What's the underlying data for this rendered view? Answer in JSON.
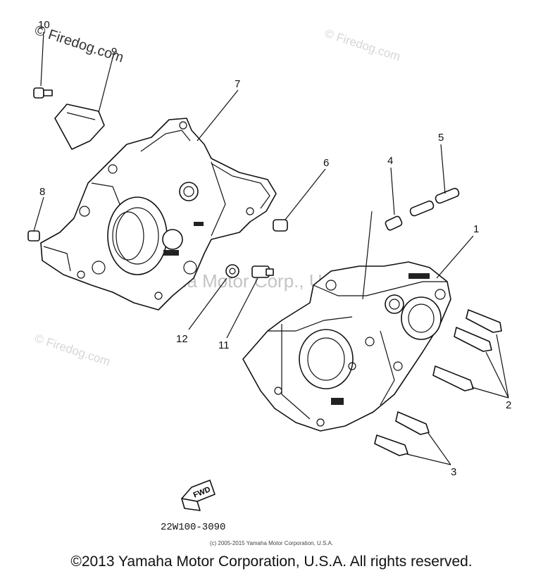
{
  "watermarks": {
    "main": "© Firedog.com",
    "top_right": "© Firedog.com",
    "left_middle": "© Firedog.com",
    "center": "Yamaha Motor Corp., U.S.A."
  },
  "callouts": [
    "10",
    "9",
    "7",
    "6",
    "5",
    "4",
    "1",
    "8",
    "12",
    "11",
    "2",
    "3"
  ],
  "direction_label": "FWD",
  "part_number": "22W100-3090",
  "copyright_small": "(c) 2005-2015 Yamaha Motor Corporation, U.S.A.",
  "copyright_main": "©2013 Yamaha Motor Corporation, U.S.A. All rights reserved."
}
